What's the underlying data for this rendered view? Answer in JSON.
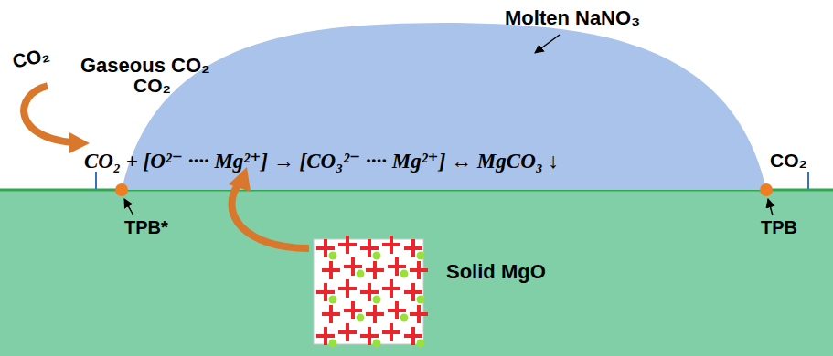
{
  "diagram": {
    "labels": [
      "Gaseous CO₂",
      "CO₂",
      "CO₂",
      "Molten NaNO₃",
      "CO₂ + [O²⁻ ···· Mg²⁺] → [CO₃²⁻ ···· Mg²⁺] ↔ MgCO₃ ↓",
      "CO₂",
      "TPB*",
      "TPB",
      "Solid MgO"
    ]
  }
}
